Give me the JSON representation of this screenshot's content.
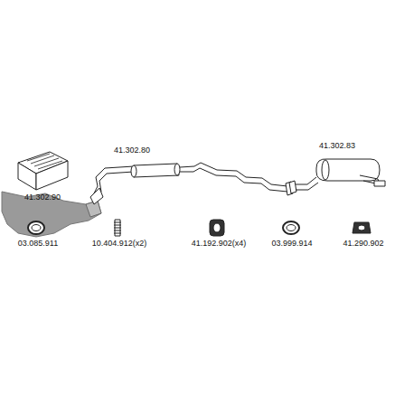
{
  "diagram": {
    "labels": [
      "41.302.90",
      "41.302.80",
      "41.302.83",
      "03.085.911",
      "10.404.912(x2)",
      "41.192.902(x4)",
      "03.999.914",
      "41.290.902"
    ]
  }
}
